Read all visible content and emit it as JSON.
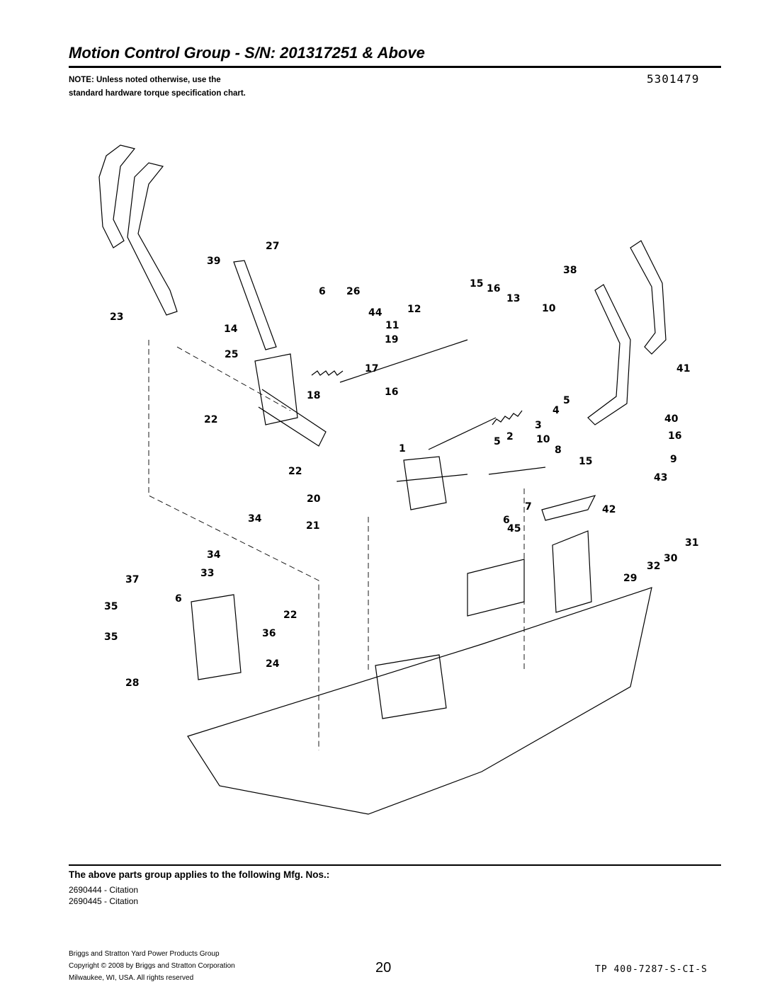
{
  "title": "Motion Control Group - S/N: 201317251 & Above",
  "note": "NOTE: Unless noted otherwise, use the standard hardware torque specification chart.",
  "diagram_number": "5301479",
  "callouts": [
    "27",
    "39",
    "6",
    "26",
    "38",
    "15",
    "16",
    "13",
    "23",
    "44",
    "12",
    "10",
    "14",
    "11",
    "19",
    "25",
    "17",
    "41",
    "18",
    "16",
    "5",
    "4",
    "22",
    "40",
    "3",
    "16",
    "1",
    "5",
    "2",
    "10",
    "8",
    "15",
    "9",
    "22",
    "43",
    "20",
    "7",
    "42",
    "34",
    "21",
    "6",
    "45",
    "31",
    "34",
    "30",
    "33",
    "29",
    "32",
    "37",
    "6",
    "35",
    "22",
    "36",
    "35",
    "24",
    "28"
  ],
  "applies_heading": "The above parts group applies to the following Mfg. Nos.:",
  "mfg_numbers": [
    "2690444 - Citation",
    "2690445 - Citation"
  ],
  "footer": {
    "company": "Briggs and Stratton Yard Power Products Group",
    "copyright": "Copyright ©  2008 by Briggs and Stratton Corporation",
    "address": "Milwaukee, WI, USA. All rights reserved",
    "page_number": "20",
    "doc_code": "TP 400-7287-S-CI-S"
  }
}
